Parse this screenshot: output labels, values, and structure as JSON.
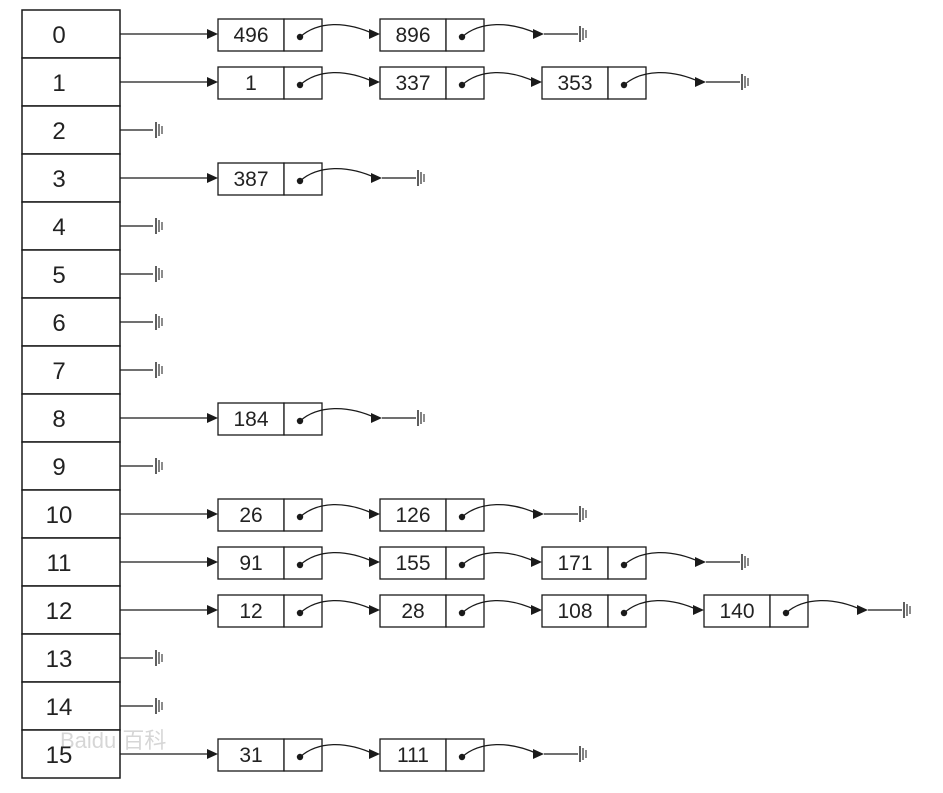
{
  "buckets": [
    {
      "index": "0",
      "chain": [
        "496",
        "896"
      ]
    },
    {
      "index": "1",
      "chain": [
        "1",
        "337",
        "353"
      ]
    },
    {
      "index": "2",
      "chain": []
    },
    {
      "index": "3",
      "chain": [
        "387"
      ]
    },
    {
      "index": "4",
      "chain": []
    },
    {
      "index": "5",
      "chain": []
    },
    {
      "index": "6",
      "chain": []
    },
    {
      "index": "7",
      "chain": []
    },
    {
      "index": "8",
      "chain": [
        "184"
      ]
    },
    {
      "index": "9",
      "chain": []
    },
    {
      "index": "10",
      "chain": [
        "26",
        "126"
      ]
    },
    {
      "index": "11",
      "chain": [
        "91",
        "155",
        "171"
      ]
    },
    {
      "index": "12",
      "chain": [
        "12",
        "28",
        "108",
        "140"
      ]
    },
    {
      "index": "13",
      "chain": []
    },
    {
      "index": "14",
      "chain": []
    },
    {
      "index": "15",
      "chain": [
        "31",
        "111"
      ]
    }
  ],
  "watermark": "Baidu 百科",
  "colors": {
    "line": "#1a1a1a",
    "box_stroke": "#1a1a1a",
    "text": "#222222",
    "background": "#ffffff"
  }
}
